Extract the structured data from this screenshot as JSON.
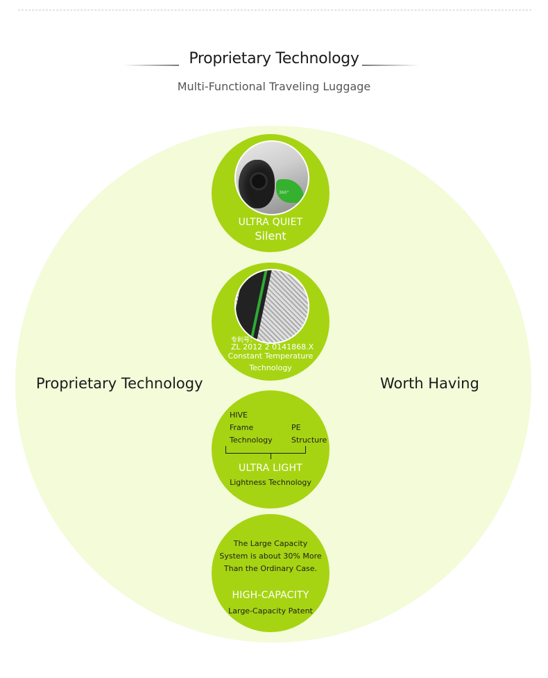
{
  "header": {
    "title": "Proprietary Technology",
    "subtitle": "Multi-Functional Traveling Luggage"
  },
  "side_labels": {
    "left": "Proprietary Technology",
    "right": "Worth Having"
  },
  "features": [
    {
      "caps": "ULTRA QUIET",
      "sub": "Silent",
      "photo_note": "360°"
    },
    {
      "patent_label": "专利号：",
      "patent_number": "ZL 2012 2 0141868.X",
      "line1": "Constant Temperature",
      "line2": "Technology"
    },
    {
      "hive": [
        "HIVE",
        "Frame",
        "Technology"
      ],
      "pe": [
        "PE",
        "Structure"
      ],
      "caps": "ULTRA LIGHT",
      "sub": "Lightness Technology"
    },
    {
      "desc": "The Large Capacity System is about 30% More Than the Ordinary Case.",
      "caps": "HIGH-CAPACITY",
      "sub": "Large-Capacity Patent"
    }
  ],
  "colors": {
    "accent_green": "#a6d412",
    "pale_green": "#f3fbd9"
  }
}
